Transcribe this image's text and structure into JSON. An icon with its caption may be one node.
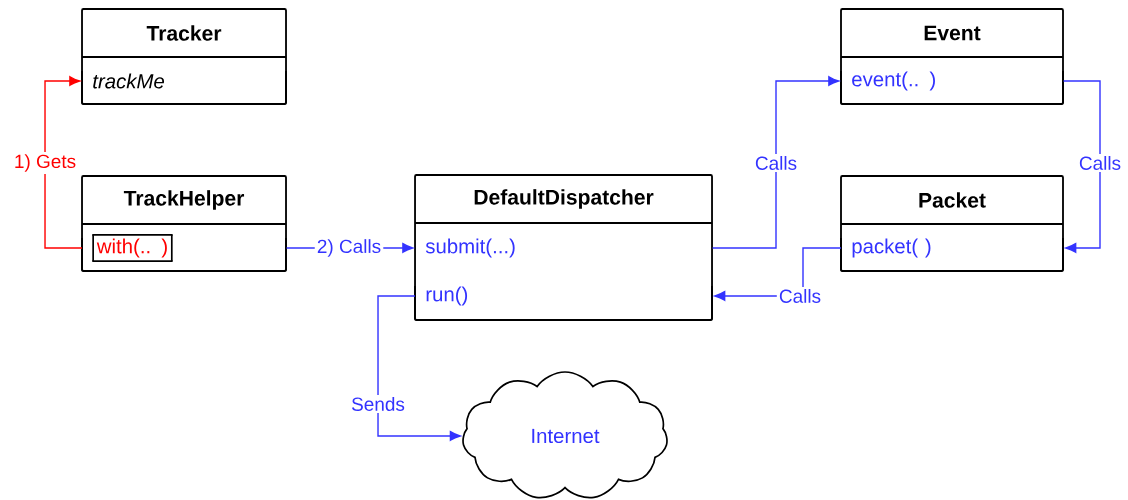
{
  "diagram": {
    "nodes": [
      {
        "text": [
          "Tracker"
        ]
      },
      {
        "text": [
          "trackMe"
        ],
        "in": 0
      },
      {
        "text": [
          "TrackHelper"
        ]
      },
      {
        "text": [
          "with(.. )"
        ],
        "in": 2
      },
      {
        "text": [
          "DefaultDispatcher"
        ]
      },
      {
        "text": [
          "submit(...)"
        ],
        "in": 4
      },
      {
        "text": [
          "run()"
        ],
        "in": 4
      },
      {
        "text": [
          "Event"
        ]
      },
      {
        "text": [
          "event(.. )"
        ],
        "in": 7
      },
      {
        "text": [
          "Packet"
        ]
      },
      {
        "text": [
          "packet( )"
        ],
        "in": 9
      },
      {
        "text": [
          "Internet"
        ]
      }
    ],
    "edges": [
      {
        "from": 3,
        "to": 1,
        "arrow": "to",
        "label": "1) Gets",
        "color": "#ff0000"
      },
      {
        "from": 3,
        "to": 5,
        "arrow": "to",
        "label": "2) Calls"
      },
      {
        "from": 5,
        "to": 8,
        "arrow": "to",
        "label": "Calls"
      },
      {
        "from": 8,
        "to": 10,
        "arrow": "to",
        "label": "Calls"
      },
      {
        "from": 10,
        "to": 6,
        "arrow": "to",
        "label": "Calls"
      },
      {
        "from": 6,
        "to": 11,
        "arrow": "to",
        "label": "Sends"
      }
    ]
  }
}
